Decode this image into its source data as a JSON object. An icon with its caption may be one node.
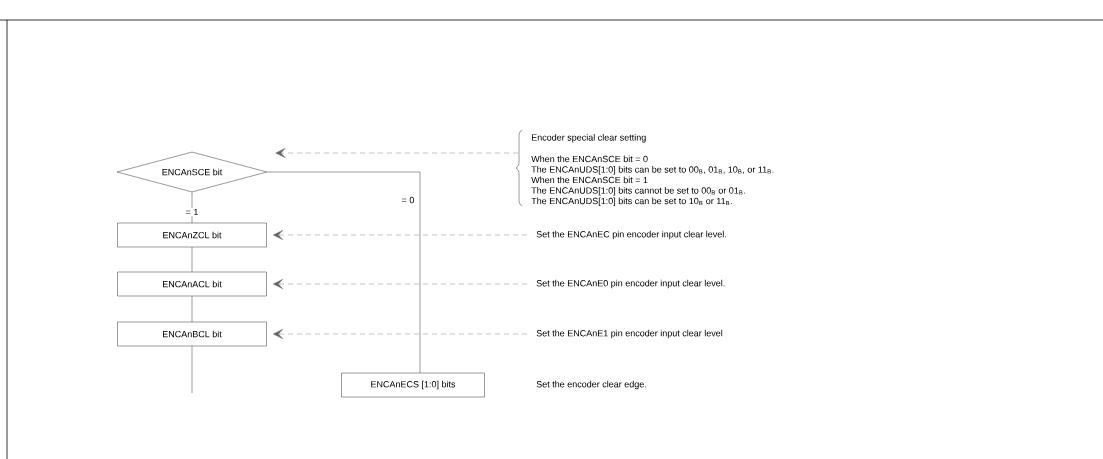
{
  "diagram": {
    "nodes": [
      {
        "text": [
          "ENCAnSCE bit"
        ]
      },
      {
        "text": [
          "ENCAnZCL bit"
        ]
      },
      {
        "text": [
          "ENCAnACL bit"
        ]
      },
      {
        "text": [
          "ENCAnBCL bit"
        ]
      },
      {
        "text": [
          "ENCAnECS [1:0] bits"
        ]
      },
      {
        "text": [
          "Encoder special clear setting",
          "When the ENCAnSCE bit = 0",
          "The ENCAnUDS[1:0] bits can be set to 00$_{B}$, 01$_{B}$, 10$_{B}$, or 11$_{B}$.",
          "When the ENCAnSCE bit = 1",
          "The ENCAnUDS[1:0] bits cannot be set to 00$_{B}$ or 01$_{B}$.",
          "The ENCAnUDS[1:0] bits can be set to 10$_{B}$ or 11$_{B}$."
        ]
      },
      {
        "text": [
          "Set the ENCAnEC pin encoder input clear level."
        ]
      },
      {
        "text": [
          "Set the ENCAnE0 pin encoder input clear level."
        ]
      },
      {
        "text": [
          "Set the ENCAnE1 pin encoder input clear level"
        ]
      }
    ],
    "edges": [
      {
        "from": 0,
        "to": 1,
        "arrow": "none",
        "label": "= 1"
      },
      {
        "from": 1,
        "to": 2,
        "arrow": "none"
      },
      {
        "from": 2,
        "to": 3,
        "arrow": "none"
      },
      {
        "from": 3,
        "to": null,
        "arrow": "none"
      },
      {
        "from": 0,
        "to": 4,
        "arrow": "none",
        "label": "= 0"
      },
      {
        "from": 5,
        "to": 0,
        "arrow": "to",
        "style": "dashed",
        "color": "#666666"
      },
      {
        "from": 6,
        "to": 1,
        "arrow": "to",
        "style": "dashed",
        "color": "#666666"
      },
      {
        "from": 7,
        "to": 2,
        "arrow": "to",
        "style": "dashed",
        "color": "#666666"
      },
      {
        "from": 8,
        "to": 3,
        "arrow": "to",
        "style": "dashed",
        "color": "#666666"
      }
    ],
    "labels": [
      "Set the encoder clear edge."
    ]
  }
}
